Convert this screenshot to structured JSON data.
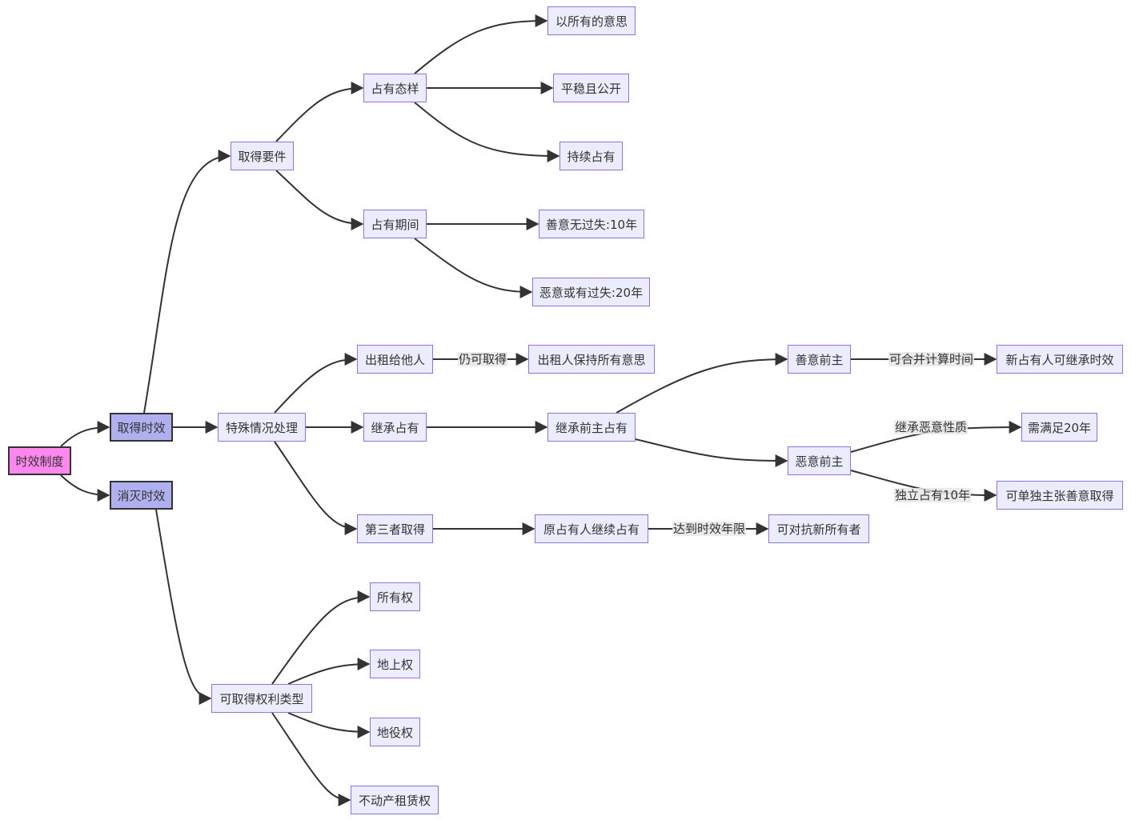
{
  "nodes": {
    "root": "时效制度",
    "acq": "取得时效",
    "ext": "消灭时效",
    "req": "取得要件",
    "special": "特殊情况处理",
    "rights": "可取得权利类型",
    "manner": "占有态样",
    "period": "占有期间",
    "intent": "以所有的意思",
    "peaceful": "平稳且公开",
    "continuous": "持续占有",
    "good10": "善意无过失:10年",
    "bad20": "恶意或有过失:20年",
    "lease": "出租给他人",
    "lessor": "出租人保持所有意思",
    "inherit": "继承占有",
    "inheritPrev": "继承前主占有",
    "goodPrev": "善意前主",
    "newHolder": "新占有人可继承时效",
    "badPrev": "恶意前主",
    "need20": "需满足20年",
    "alone": "可单独主张善意取得",
    "third": "第三者取得",
    "origHolder": "原占有人继续占有",
    "oppose": "可对抗新所有者",
    "own": "所有权",
    "surface": "地上权",
    "servitude": "地役权",
    "realLease": "不动产租赁权"
  },
  "edge_labels": {
    "stillAcquire": "仍可取得",
    "combineTime": "可合并计算时间",
    "inheritBad": "继承恶意性质",
    "independent10": "独立占有10年",
    "reachLimit": "达到时效年限"
  },
  "colors": {
    "node_fill": "#ececff",
    "node_border": "#9370db",
    "root_fill": "#ff88ee",
    "main_fill": "#b0b0f0",
    "edge": "#333333"
  }
}
